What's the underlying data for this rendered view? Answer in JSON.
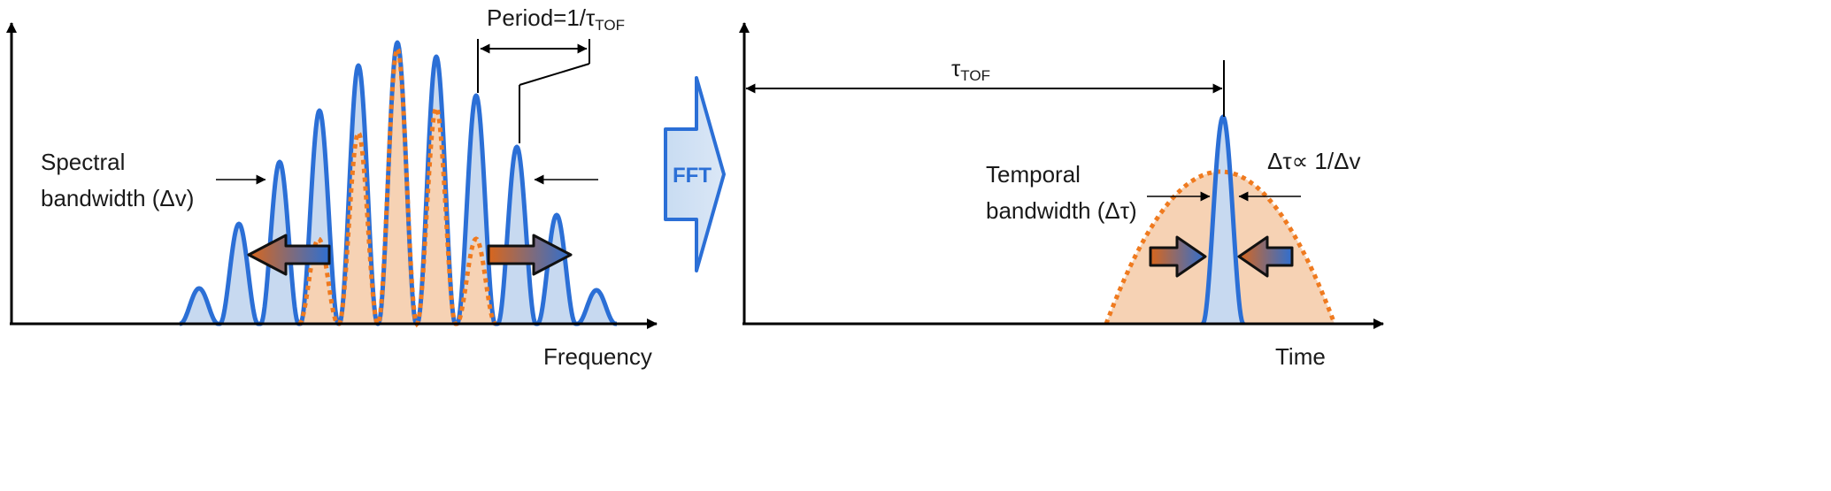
{
  "left_panel": {
    "period_label": "Period=1/τ",
    "period_subscript": "TOF",
    "spectral_label_line1": "Spectral",
    "spectral_label_line2": "bandwidth (Δv)",
    "x_axis_label": "Frequency"
  },
  "fft_arrow": {
    "label": "FFT"
  },
  "right_panel": {
    "tof_label": "τ",
    "tof_subscript": "TOF",
    "relation_label": "Δτ∝ 1/Δv",
    "temporal_label_line1": "Temporal",
    "temporal_label_line2": "bandwidth (Δτ)",
    "x_axis_label": "Time"
  },
  "colors": {
    "blue_curve": "#2b6fd6",
    "blue_fill": "#c7d9f0",
    "orange_curve": "#ef7a1f",
    "orange_fill": "#f6d2b4",
    "axis": "#000000",
    "arrow_gradient_blue": "#2f6fd0",
    "arrow_gradient_orange": "#d9661c"
  }
}
